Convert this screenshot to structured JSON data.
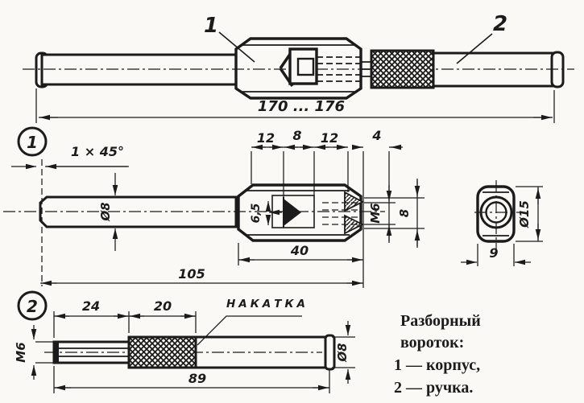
{
  "palette": {
    "ink": "#1b1b1b",
    "paper": "#faf9f5"
  },
  "caption": {
    "title_line1": "Разборный",
    "title_line2": "вороток:",
    "item_1": "1 — корпус,",
    "item_2": "2 — ручка."
  },
  "assembly_view": {
    "part_ref_1": "1",
    "part_ref_2": "2",
    "overall_length_dim": "170 ... 176"
  },
  "detail_1": {
    "balloon": "1",
    "chamfer_dim": "1 × 45°",
    "rod_diameter_dim": "Ø8",
    "top_dim_chain": [
      "12",
      "8",
      "12",
      "4"
    ],
    "square_hole_dim": "6,5",
    "thread_dim": "М6",
    "bore_dim": "8",
    "head_length_dim": "40",
    "overall_length_dim": "105",
    "end_width_dim": "9",
    "end_diameter_dim": "Ø15"
  },
  "detail_2": {
    "balloon": "2",
    "thread_section_dim": "24",
    "knurl_section_dim": "20",
    "knurl_note": "НАКАТКА",
    "thread_dim": "М6",
    "overall_length_dim": "89",
    "diameter_dim": "Ø8"
  }
}
